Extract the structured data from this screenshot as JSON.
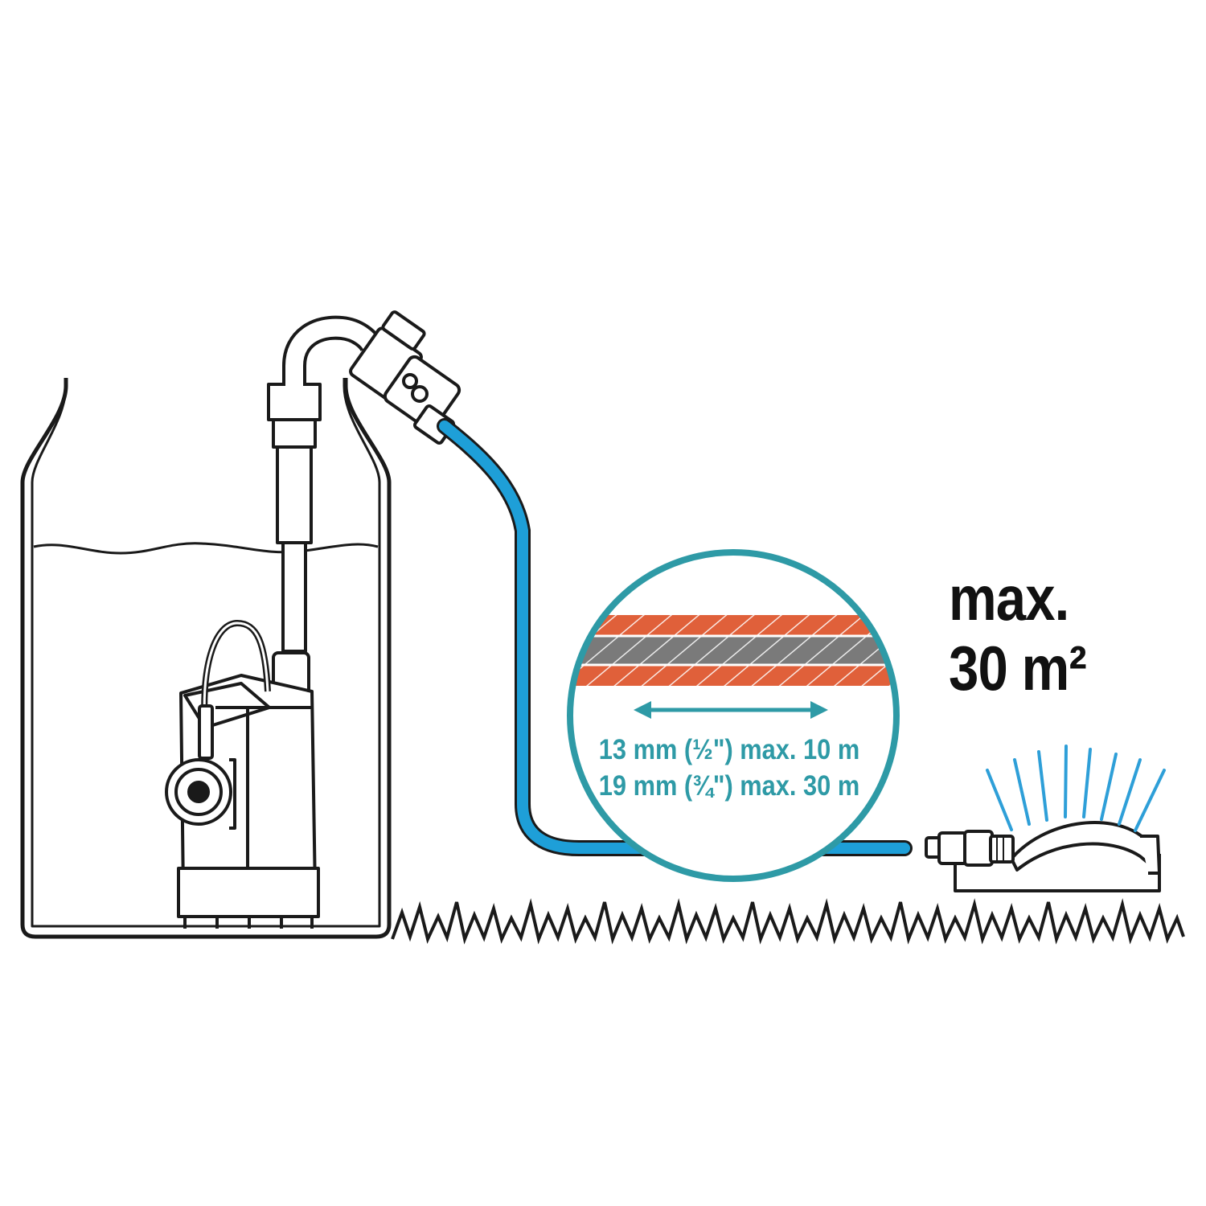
{
  "colors": {
    "outline": "#1a1a1a",
    "water_hose": "#1e9fd8",
    "accent_teal": "#2e9aa6",
    "hose_orange": "#e0603a",
    "hose_grey": "#7a7a7a",
    "spray": "#2e9fd8"
  },
  "icons": [
    "rain-barrel-icon",
    "submersible-pump-icon",
    "valve-tap-icon",
    "garden-hose-icon",
    "sprinkler-icon",
    "grass-icon",
    "double-arrow-icon"
  ],
  "hose_specs": {
    "row1": "13 mm (½\") max. 10 m",
    "row2": "19 mm (¾\") max. 30 m"
  },
  "coverage": {
    "line1": "max.",
    "line2": "30 m²"
  }
}
